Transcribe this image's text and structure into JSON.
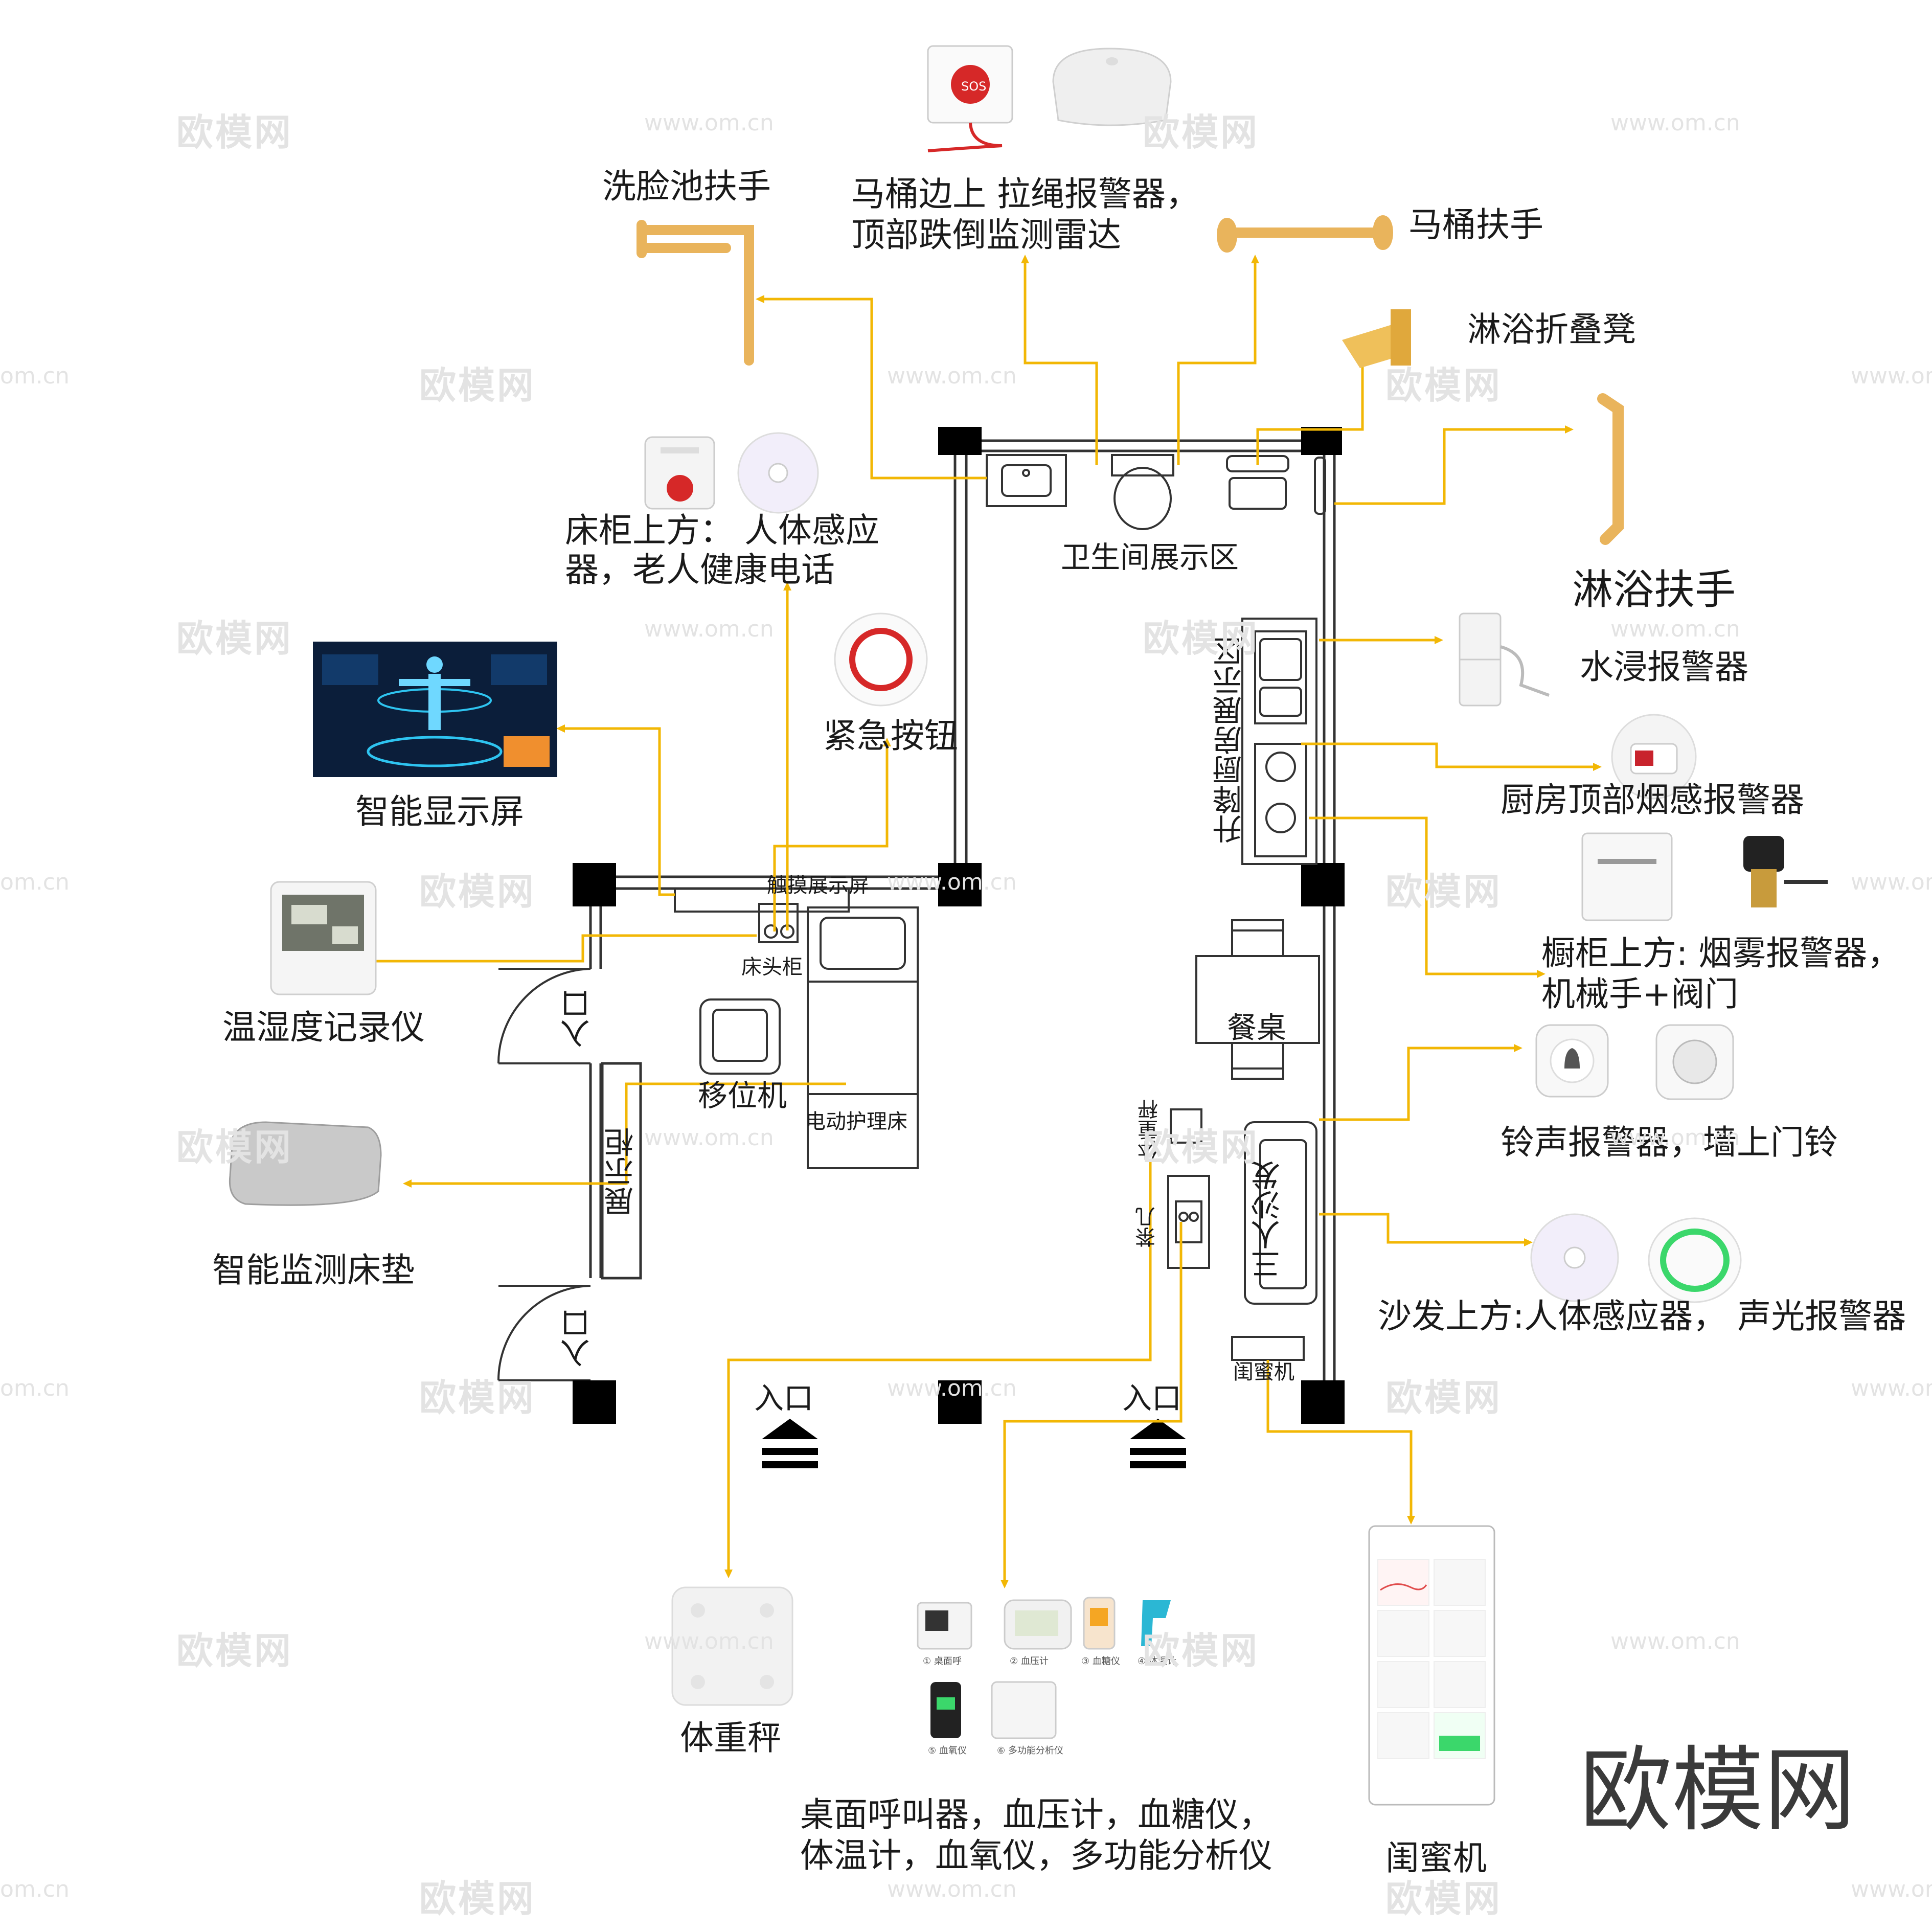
{
  "labels": {
    "sink_grab_bar": "洗脸池扶手",
    "toilet_alarm_line1": "马桶边上 拉绳报警器，",
    "toilet_alarm_line2": "顶部跌倒监测雷达",
    "toilet_grab_bar": "马桶扶手",
    "shower_stool": "淋浴折叠凳",
    "shower_grab_bar": "淋浴扶手",
    "bedside_line1": "床柜上方： 人体感应",
    "bedside_line2": "器，老人健康电话",
    "bathroom_area": "卫生间展示区",
    "water_alarm": "水浸报警器",
    "kitchen_area": "升降厨房展示区",
    "kitchen_smoke": "厨房顶部烟感报警器",
    "emergency_button": "紧急按钮",
    "smart_display": "智能显示屏",
    "cabinet_line1": "橱柜上方: 烟雾报警器，",
    "cabinet_line2": "机械手+阀门",
    "temp_humidity": "温湿度记录仪",
    "touch_screen": "触摸展示屏",
    "bedside_cabinet": "床头柜",
    "dining_table": "餐桌",
    "entrance_left": "入口",
    "transfer_machine": "移位机",
    "doorbell": "铃声报警器，墙上门铃",
    "electric_bed": "电动护理床",
    "scale_room": "体重秤",
    "display_cabinet": "展示柜",
    "smart_mattress": "智能监测床垫",
    "sofa": "三人沙发",
    "coffee_table": "茶几",
    "sofa_sensors": "沙发上方:人体感应器， 声光报警器",
    "entrance_left2": "入口",
    "companion_room": "闺蜜机",
    "entrance_mid": "入口",
    "entrance_right": "入口",
    "scale_bottom": "体重秤",
    "health_line1": "桌面呼叫器，血压计，血糖仪，",
    "health_line2": "体温计，血氧仪，多功能分析仪",
    "companion_bottom": "闺蜜机",
    "brand": "欧模网"
  },
  "product_captions": {
    "p1": "① 桌面呼",
    "p2": "② 血压计",
    "p3": "③ 血糖仪",
    "p4": "④ 体温计",
    "p5": "⑤ 血氧仪",
    "p6": "⑥ 多功能分析仪"
  },
  "sos_text": "SOS",
  "watermark": {
    "cn": "欧模网",
    "url": "www.om.cn",
    "url_partial": "om.cn"
  },
  "colors": {
    "leader": "#f2b705",
    "wall": "#333333",
    "pillar": "#000000",
    "grab_bar": "#e9b45c",
    "sos_red": "#d62828",
    "bg": "#ffffff"
  }
}
